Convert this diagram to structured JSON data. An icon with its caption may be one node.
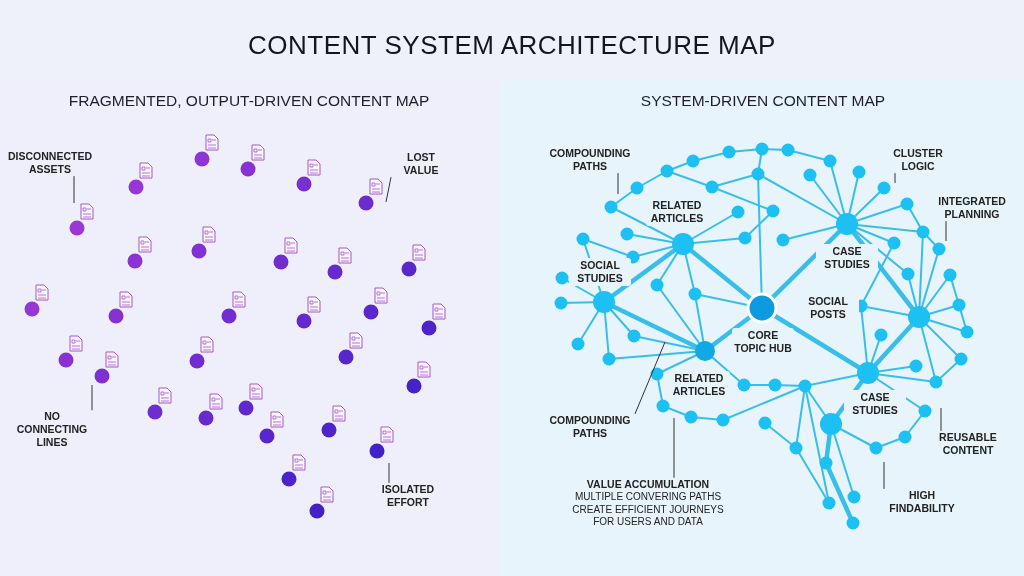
{
  "diagram": {
    "title": "CONTENT SYSTEM ARCHITECTURE MAP",
    "nodes": [
      {
        "text": [
          "FRAGMENTED, OUTPUT-DRIVEN CONTENT MAP"
        ]
      },
      {
        "text": [
          "SYSTEM-DRIVEN CONTENT MAP"
        ]
      },
      {
        "text": [
          "DISCONNECTED ASSETS"
        ],
        "in": 0
      },
      {
        "text": [
          "LOST VALUE"
        ],
        "in": 0
      },
      {
        "text": [
          "NO CONNECTING LINES"
        ],
        "in": 0
      },
      {
        "text": [
          "ISOLATED EFFORT"
        ],
        "in": 0
      },
      {
        "text": [
          "COMPOUNDING PATHS"
        ],
        "in": 1
      },
      {
        "text": [
          "CLUSTER LOGIC"
        ],
        "in": 1
      },
      {
        "text": [
          "INTEGRATED PLANNING"
        ],
        "in": 1
      },
      {
        "text": [
          "COMPOUNDING PATHS"
        ],
        "in": 1
      },
      {
        "text": [
          "VALUE ACCUMULATION",
          "MULTIPLE CONVERING PATHS CREATE EFFICIENT JOURNEYS FOR USERS AND DATA"
        ],
        "in": 1
      },
      {
        "text": [
          "REUSABLE CONTENT"
        ],
        "in": 1
      },
      {
        "text": [
          "HIGH FINDABILITY"
        ],
        "in": 1
      }
    ],
    "edges": [
      {
        "from": 2,
        "to": null,
        "arrow": "none"
      },
      {
        "from": 3,
        "to": null,
        "arrow": "none"
      },
      {
        "from": 4,
        "to": null,
        "arrow": "none"
      },
      {
        "from": 5,
        "to": null,
        "arrow": "none"
      },
      {
        "from": 6,
        "to": null,
        "arrow": "none"
      },
      {
        "from": 7,
        "to": null,
        "arrow": "none"
      },
      {
        "from": 8,
        "to": null,
        "arrow": "none"
      },
      {
        "from": 9,
        "to": null,
        "arrow": "none"
      },
      {
        "from": 10,
        "to": null,
        "arrow": "none"
      },
      {
        "from": 11,
        "to": null,
        "arrow": "none"
      },
      {
        "from": 12,
        "to": null,
        "arrow": "none"
      }
    ],
    "labels": [
      "RELATED ARTICLES",
      "SOCIAL STUDIES",
      "CASE STUDIES",
      "SOCIAL POSTS",
      "CORE TOPIC HUB",
      "RELATED ARTICLES",
      "CASE STUDIES"
    ]
  }
}
